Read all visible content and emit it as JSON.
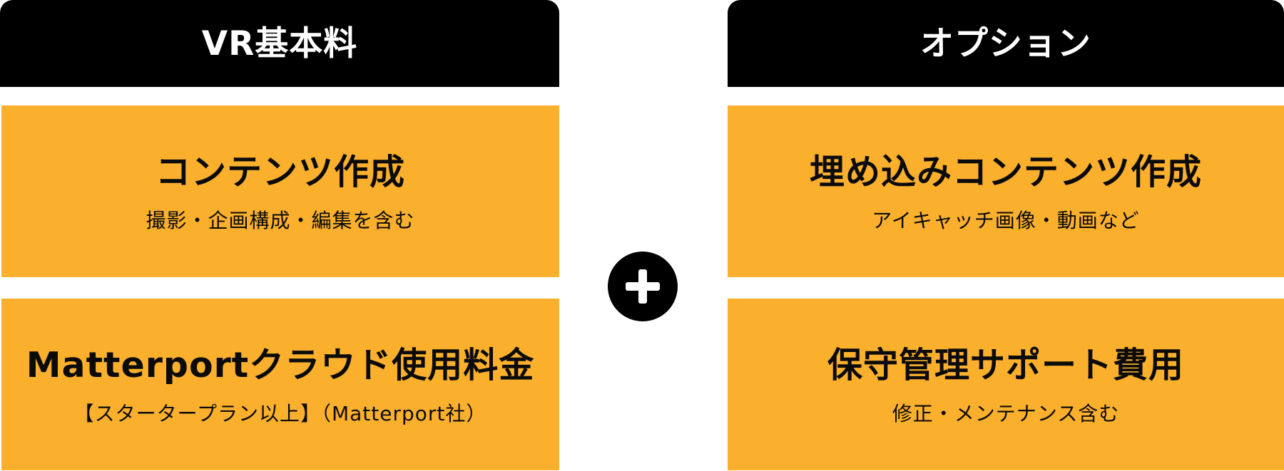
{
  "left": {
    "header": "VR基本料",
    "items": [
      {
        "title": "コンテンツ作成",
        "subtitle": "撮影・企画構成・編集を含む"
      },
      {
        "title": "Matterportクラウド使用料金",
        "subtitle": "【スタータープラン以上】（Matterport社）"
      }
    ]
  },
  "right": {
    "header": "オプション",
    "items": [
      {
        "title": "埋め込みコンテンツ作成",
        "subtitle": "アイキャッチ画像・動画など"
      },
      {
        "title": "保守管理サポート費用",
        "subtitle": "修正・メンテナンス含む"
      }
    ]
  },
  "connector": {
    "icon": "plus-icon"
  },
  "colors": {
    "header_bg": "#000000",
    "header_text": "#ffffff",
    "box_bg": "#fbb02d",
    "box_text": "#0b0b0b",
    "page_bg": "#ffffff"
  }
}
